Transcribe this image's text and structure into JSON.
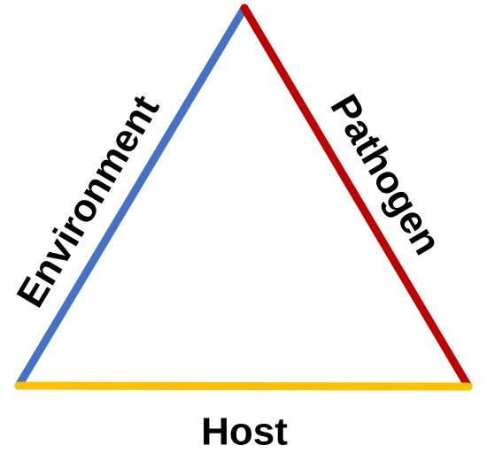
{
  "diagram": {
    "sides": {
      "environment": {
        "label": "Environment",
        "color": "#4472C4"
      },
      "pathogen": {
        "label": "Pathogen",
        "color": "#C00000"
      },
      "host": {
        "label": "Host",
        "color": "#FFC000"
      }
    },
    "label_color": "#000000",
    "background": "#FFFFFF"
  }
}
